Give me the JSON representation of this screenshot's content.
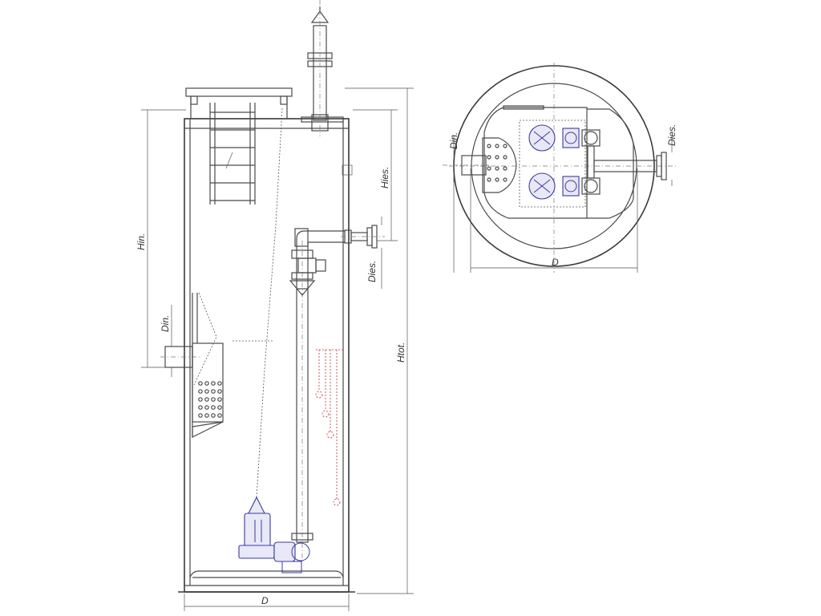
{
  "side_view": {
    "labels": {
      "hin": "Hin.",
      "din": "Din.",
      "hies": "Hies.",
      "dies": "Dies.",
      "htot": "Htot.",
      "d": "D"
    }
  },
  "top_view": {
    "labels": {
      "din": "Din.",
      "dies": "Dies.",
      "d": "D"
    }
  },
  "colors": {
    "outline": "#4a4a4a",
    "pump": "#3b3b9e",
    "float_switch": "#b33333"
  }
}
